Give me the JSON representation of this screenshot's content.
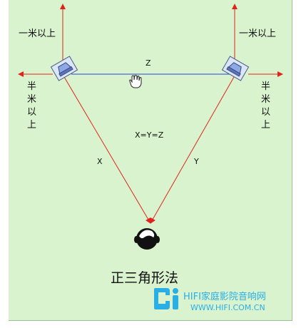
{
  "labels": {
    "left_up": "一米以上",
    "right_up": "一米以上",
    "left_side_chars": [
      "半",
      "米",
      "以",
      "上"
    ],
    "right_side_chars": [
      "半",
      "米",
      "以",
      "上"
    ],
    "side_z": "Z",
    "equation": "X=Y=Z",
    "side_x": "X",
    "side_y": "Y",
    "title": "正三角形法"
  },
  "watermark": {
    "brand": "HIFI家庭影院音响网",
    "url": "WWW.HIFI.COM.CN"
  },
  "colors": {
    "background": "#d9f3cf",
    "arrow_red": "#e0241b",
    "line_blue": "#2545d8",
    "speaker_fill": "#dbe6fb",
    "speaker_cone": "#8ea8e6",
    "watermark": "#29aee6"
  },
  "icons": [
    "speaker-left-icon",
    "speaker-right-icon",
    "listener-head-icon",
    "hand-cursor-icon",
    "hifi-logo-icon"
  ]
}
